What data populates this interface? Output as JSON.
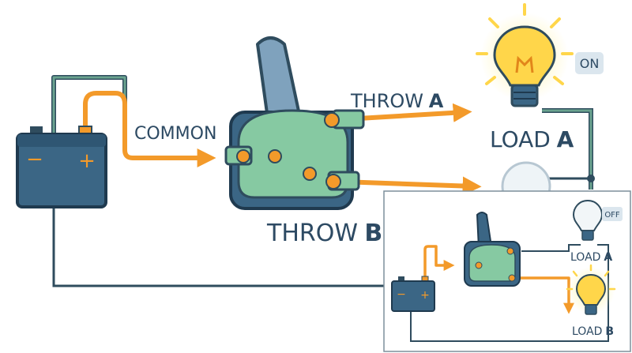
{
  "main": {
    "common_label": "COMMON",
    "throw_a_word": "THROW",
    "throw_a_letter": "A",
    "throw_b_word": "THROW",
    "throw_b_letter": "B",
    "load_a_word": "LOAD",
    "load_a_letter": "A",
    "on_badge": "ON",
    "battery_minus": "−",
    "battery_plus": "+"
  },
  "inset": {
    "off_badge": "OFF",
    "load_a_word": "LOAD",
    "load_a_letter": "A",
    "load_b_word": "LOAD",
    "load_b_letter": "B",
    "battery_minus": "−",
    "battery_plus": "+"
  },
  "colors": {
    "wire_green": "#4f8a7a",
    "wire_dark": "#2f4c5e",
    "current_orange": "#f39a2a",
    "battery_blue": "#3b6685",
    "switch_green": "#86c9a2",
    "bulb_yellow": "#ffd64a"
  }
}
